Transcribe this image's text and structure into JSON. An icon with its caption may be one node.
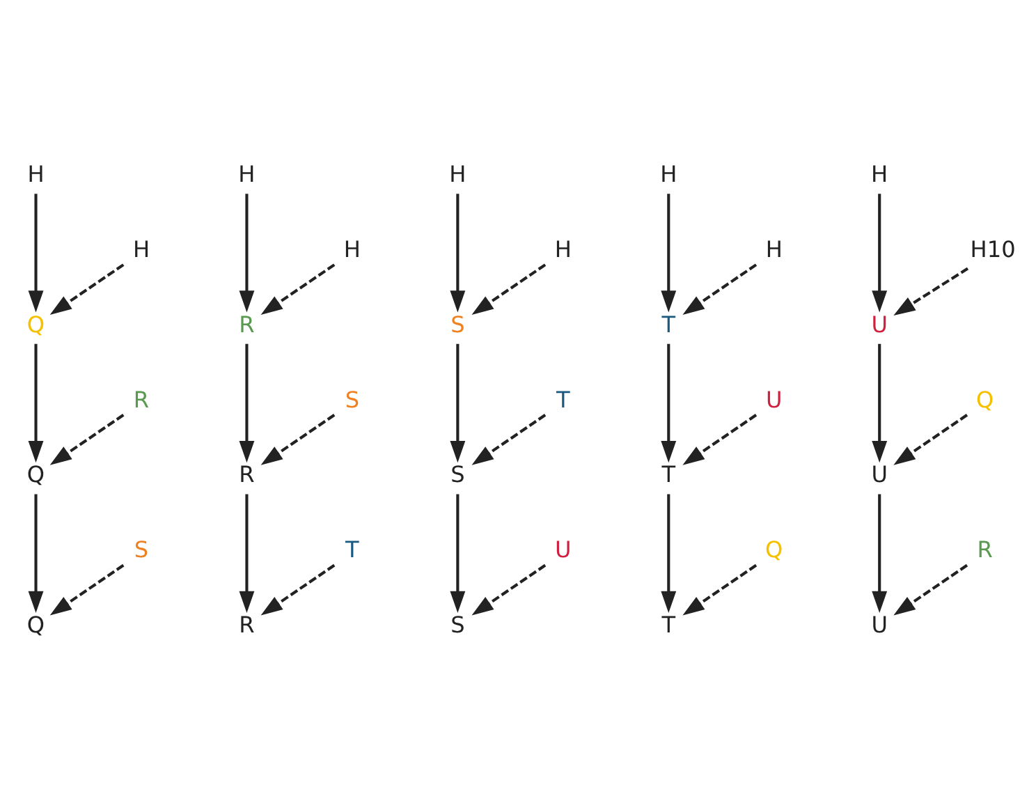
{
  "diagram": {
    "nodes": [
      {
        "text": [
          "H"
        ]
      },
      {
        "text": [
          "H"
        ]
      },
      {
        "text": [
          "H"
        ]
      },
      {
        "text": [
          "H"
        ]
      },
      {
        "text": [
          "H"
        ]
      },
      {
        "text": [
          "H"
        ]
      },
      {
        "text": [
          "H"
        ]
      },
      {
        "text": [
          "H"
        ]
      },
      {
        "text": [
          "H"
        ]
      },
      {
        "text": [
          "H10"
        ]
      },
      {
        "text": [
          "Q"
        ]
      },
      {
        "text": [
          "R"
        ]
      },
      {
        "text": [
          "S"
        ]
      },
      {
        "text": [
          "T"
        ]
      },
      {
        "text": [
          "U"
        ]
      },
      {
        "text": [
          "R"
        ]
      },
      {
        "text": [
          "S"
        ]
      },
      {
        "text": [
          "T"
        ]
      },
      {
        "text": [
          "U"
        ]
      },
      {
        "text": [
          "Q"
        ]
      },
      {
        "text": [
          "Q"
        ]
      },
      {
        "text": [
          "R"
        ]
      },
      {
        "text": [
          "S"
        ]
      },
      {
        "text": [
          "T"
        ]
      },
      {
        "text": [
          "U"
        ]
      },
      {
        "text": [
          "S"
        ]
      },
      {
        "text": [
          "T"
        ]
      },
      {
        "text": [
          "U"
        ]
      },
      {
        "text": [
          "Q"
        ]
      },
      {
        "text": [
          "R"
        ]
      },
      {
        "text": [
          "Q"
        ]
      },
      {
        "text": [
          "R"
        ]
      },
      {
        "text": [
          "S"
        ]
      },
      {
        "text": [
          "T"
        ]
      },
      {
        "text": [
          "U"
        ]
      }
    ],
    "edges": [
      {
        "from": 0,
        "to": 10,
        "arrow": "to"
      },
      {
        "from": 5,
        "to": 10,
        "arrow": "to",
        "style": "dashed"
      },
      {
        "from": 10,
        "to": 20,
        "arrow": "to"
      },
      {
        "from": 15,
        "to": 20,
        "arrow": "to",
        "style": "dashed"
      },
      {
        "from": 20,
        "to": 30,
        "arrow": "to"
      },
      {
        "from": 25,
        "to": 30,
        "arrow": "to",
        "style": "dashed"
      },
      {
        "from": 1,
        "to": 11,
        "arrow": "to"
      },
      {
        "from": 6,
        "to": 11,
        "arrow": "to",
        "style": "dashed"
      },
      {
        "from": 11,
        "to": 21,
        "arrow": "to"
      },
      {
        "from": 16,
        "to": 21,
        "arrow": "to",
        "style": "dashed"
      },
      {
        "from": 21,
        "to": 31,
        "arrow": "to"
      },
      {
        "from": 26,
        "to": 31,
        "arrow": "to",
        "style": "dashed"
      },
      {
        "from": 2,
        "to": 12,
        "arrow": "to"
      },
      {
        "from": 7,
        "to": 12,
        "arrow": "to",
        "style": "dashed"
      },
      {
        "from": 12,
        "to": 22,
        "arrow": "to"
      },
      {
        "from": 17,
        "to": 22,
        "arrow": "to",
        "style": "dashed"
      },
      {
        "from": 22,
        "to": 32,
        "arrow": "to"
      },
      {
        "from": 27,
        "to": 32,
        "arrow": "to",
        "style": "dashed"
      },
      {
        "from": 3,
        "to": 13,
        "arrow": "to"
      },
      {
        "from": 8,
        "to": 13,
        "arrow": "to",
        "style": "dashed"
      },
      {
        "from": 13,
        "to": 23,
        "arrow": "to"
      },
      {
        "from": 18,
        "to": 23,
        "arrow": "to",
        "style": "dashed"
      },
      {
        "from": 23,
        "to": 33,
        "arrow": "to"
      },
      {
        "from": 28,
        "to": 33,
        "arrow": "to",
        "style": "dashed"
      },
      {
        "from": 4,
        "to": 14,
        "arrow": "to"
      },
      {
        "from": 9,
        "to": 14,
        "arrow": "to",
        "style": "dashed"
      },
      {
        "from": 14,
        "to": 24,
        "arrow": "to"
      },
      {
        "from": 19,
        "to": 24,
        "arrow": "to",
        "style": "dashed"
      },
      {
        "from": 24,
        "to": 34,
        "arrow": "to"
      },
      {
        "from": 29,
        "to": 34,
        "arrow": "to",
        "style": "dashed"
      }
    ]
  }
}
